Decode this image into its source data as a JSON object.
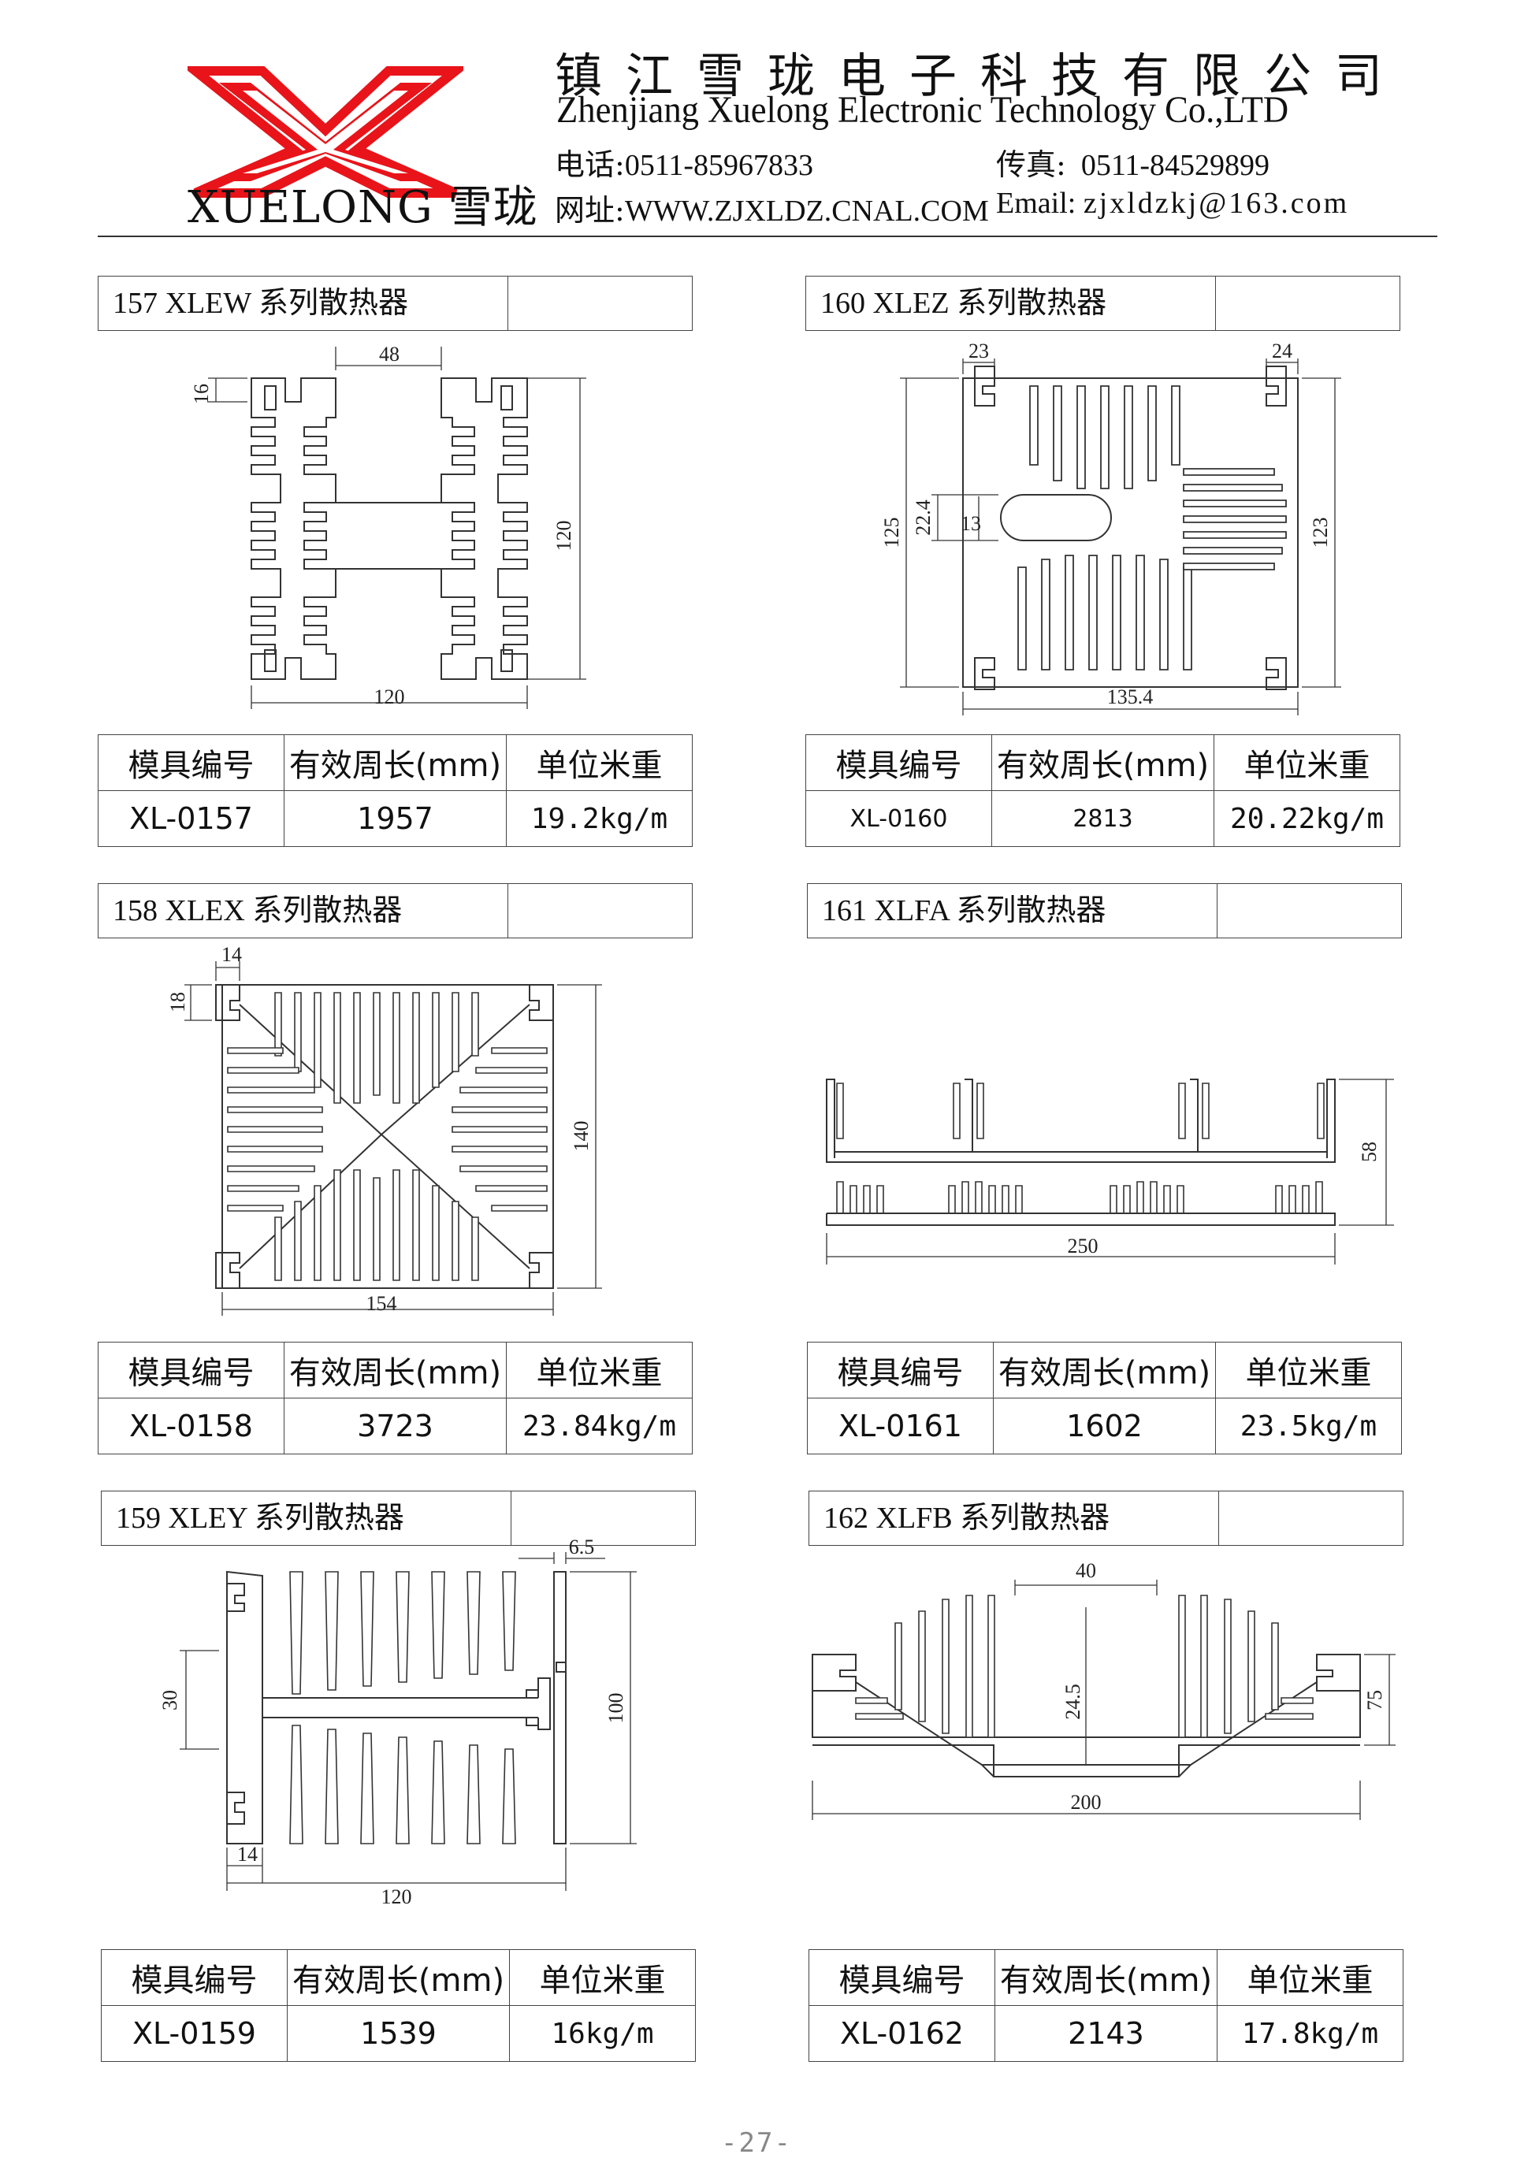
{
  "header": {
    "logo_text": "XUELONG 雪珑",
    "company_cn": "镇江雪珑电子科技有限公司",
    "company_en": "Zhenjiang Xuelong Electronic Technology Co.,LTD",
    "phone_label": "电话:",
    "phone": "0511-85967833",
    "fax_label": "传真:",
    "fax": "0511-84529899",
    "web_label": "网址:",
    "web": "WWW.ZJXLDZ.CNAL.COM",
    "email_label": "Email:",
    "email": "zjxldzkj@163.com"
  },
  "table_headers": {
    "mold": "模具编号",
    "perimeter": "有效周长(mm)",
    "weight": "单位米重"
  },
  "items": [
    {
      "title": "157 XLEW 系列散热器",
      "mold_no": "XL-0157",
      "perimeter": "1957",
      "weight": "19.2kg/m",
      "dims": {
        "a": "48",
        "b": "16",
        "c": "120",
        "d": "120"
      }
    },
    {
      "title": "160 XLEZ 系列散热器",
      "mold_no": "XL-0160",
      "perimeter": "2813",
      "weight": "20.22kg/m",
      "dims": {
        "a": "23",
        "b": "24",
        "c": "125",
        "d": "22.4",
        "e": "13",
        "f": "123",
        "g": "135.4"
      }
    },
    {
      "title": "158 XLEX 系列散热器",
      "mold_no": "XL-0158",
      "perimeter": "3723",
      "weight": "23.84kg/m",
      "dims": {
        "a": "14",
        "b": "18",
        "c": "140",
        "d": "154"
      }
    },
    {
      "title": "161 XLFA 系列散热器",
      "mold_no": "XL-0161",
      "perimeter": "1602",
      "weight": "23.5kg/m",
      "dims": {
        "a": "58",
        "b": "250"
      }
    },
    {
      "title": "159 XLEY 系列散热器",
      "mold_no": "XL-0159",
      "perimeter": "1539",
      "weight": "16kg/m",
      "dims": {
        "a": "6.5",
        "b": "30",
        "c": "100",
        "d": "14",
        "e": "120"
      }
    },
    {
      "title": "162 XLFB 系列散热器",
      "mold_no": "XL-0162",
      "perimeter": "2143",
      "weight": "17.8kg/m",
      "dims": {
        "a": "40",
        "b": "24.5",
        "c": "75",
        "d": "200"
      }
    }
  ],
  "page_number": "-27-",
  "colors": {
    "logo_red": "#e8141a",
    "line": "#333333"
  }
}
